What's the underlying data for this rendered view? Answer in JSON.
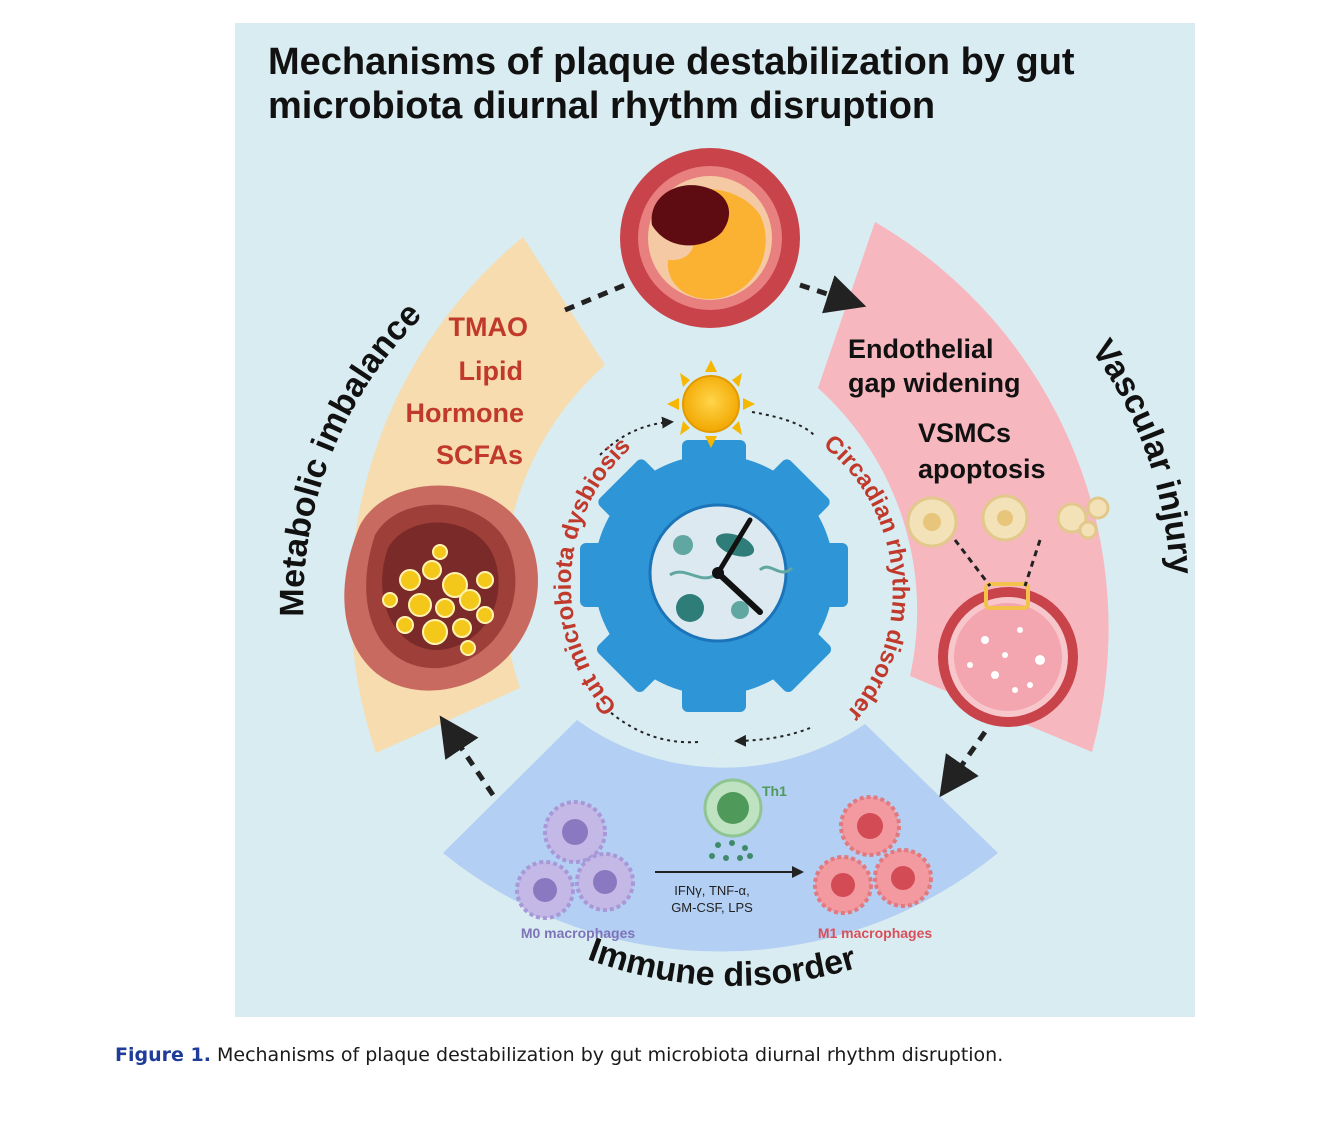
{
  "title": {
    "line1": "Mechanisms of plaque destabilization by gut",
    "line2": "microbiota diurnal rhythm disruption"
  },
  "sections": {
    "metabolic": {
      "heading": "Metabolic imbalance",
      "items": [
        "TMAO",
        "Lipid",
        "Hormone",
        "SCFAs"
      ],
      "color": "#f6dcae",
      "text_color": "#c0392b"
    },
    "vascular": {
      "heading": "Vascular injury",
      "items": [
        "Endothelial",
        "gap widening",
        "VSMCs",
        "apoptosis"
      ],
      "color": "#f7b7bf"
    },
    "immune": {
      "heading": "Immune disorder",
      "th1_label": "Th1",
      "cytokines_line1": "IFNγ, TNF-α,",
      "cytokines_line2": "GM-CSF, LPS",
      "m0_label": "M0 macrophages",
      "m1_label": "M1 macrophages",
      "color": "#b3cff3",
      "m0_color": "#8a79c0",
      "m1_color": "#e0646c",
      "th1_color": "#4f9a5a"
    },
    "center": {
      "left_arc": "Gut microbiota dysbiosis",
      "right_arc": "Circadian rhythm disorder",
      "gear_color": "#2e95d6",
      "text_color": "#c0392b"
    }
  },
  "caption": {
    "label": "Figure 1.",
    "text": "Mechanisms of plaque destabilization by gut microbiota diurnal rhythm disruption."
  },
  "icons": [
    "sun-icon",
    "moon-icon",
    "gear-icon",
    "clock-icon",
    "bacteria-icon",
    "artery-plaque-icon",
    "vessel-cross-section-icon",
    "macrophage-icon",
    "t-cell-icon"
  ]
}
